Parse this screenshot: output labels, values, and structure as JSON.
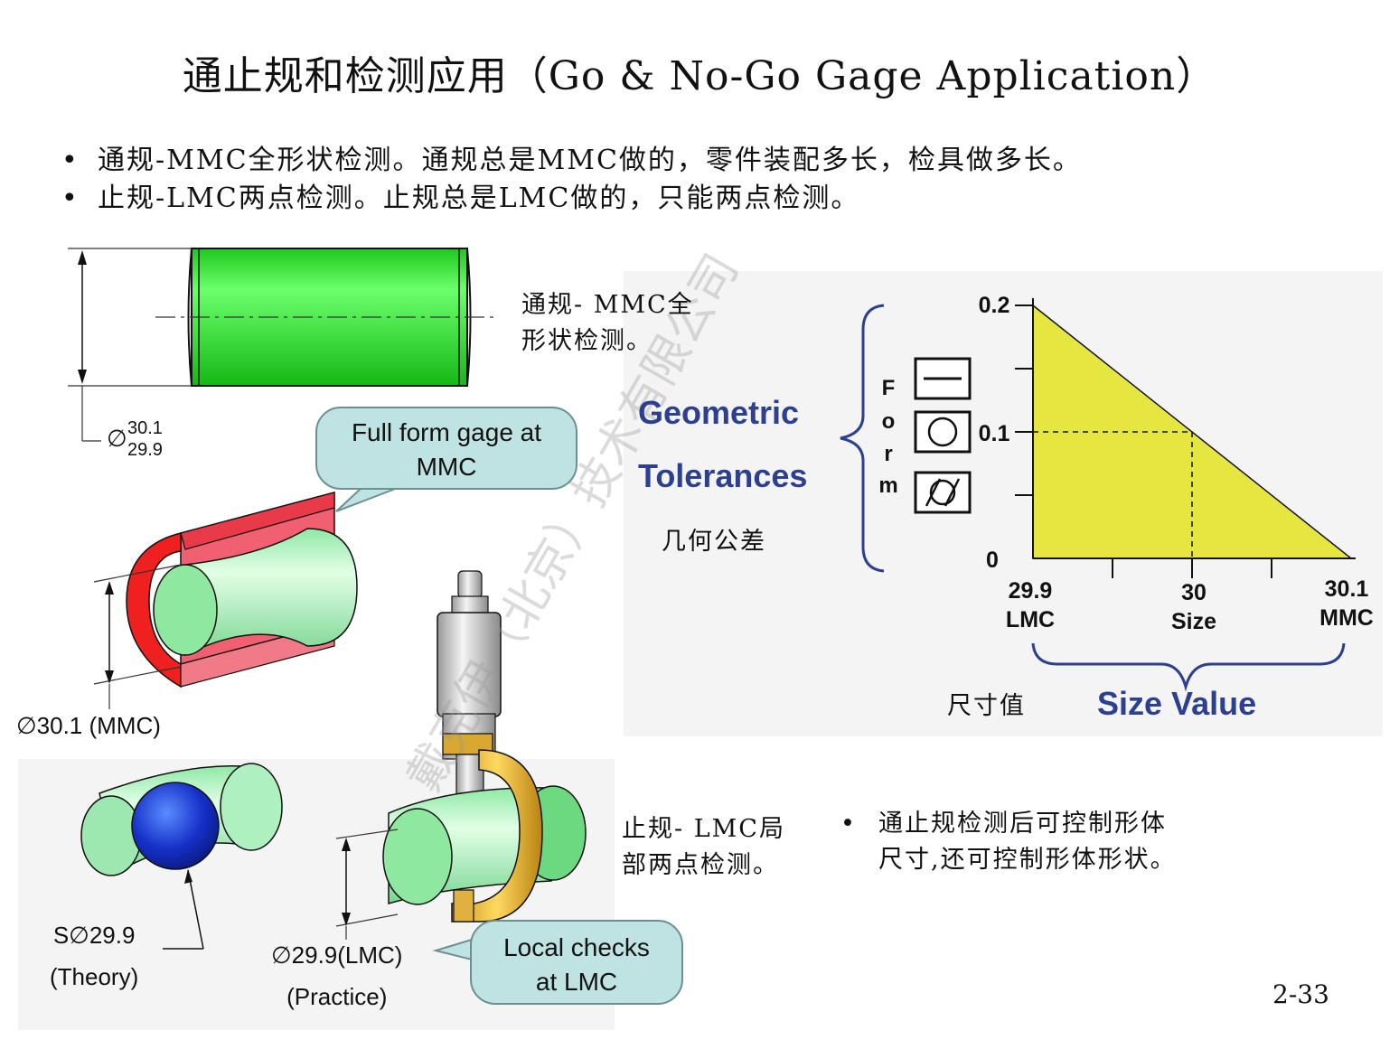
{
  "title": "通止规和检测应用（Go & No-Go Gage Application）",
  "bullets": [
    "通规-MMC全形状检测。通规总是MMC做的，零件装配多长，检具做多长。",
    "止规-LMC两点检测。止规总是LMC做的，只能两点检测。"
  ],
  "go_note": [
    "通规- MMC全",
    "形状检测。"
  ],
  "nogo_note": [
    "止规- LMC局",
    "部两点检测。"
  ],
  "dim_top": {
    "symbol": "∅",
    "upper": "30.1",
    "lower": "29.9"
  },
  "callout_full": [
    "Full form gage at",
    "MMC"
  ],
  "callout_local": [
    "Local checks",
    "at LMC"
  ],
  "label_mmc": "∅30.1 (MMC)",
  "label_theory": [
    "S∅29.9",
    "(Theory)"
  ],
  "label_practice": [
    "∅29.9(LMC)",
    "(Practice)"
  ],
  "geometric": [
    "Geometric",
    "Tolerances"
  ],
  "geometric_cn": "几何公差",
  "form_letters": [
    "F",
    "o",
    "r",
    "m"
  ],
  "form_symbols": [
    "straightness-icon",
    "circularity-icon",
    "cylindricity-icon"
  ],
  "chart_data": {
    "type": "area",
    "x": [
      29.9,
      30.1
    ],
    "y": [
      0.2,
      0
    ],
    "ylim": [
      0,
      0.2
    ],
    "xlim": [
      29.9,
      30.1
    ],
    "y_ticks": [
      "0",
      "0.1",
      "0.2"
    ],
    "x_ticks": [
      {
        "value": 29.9,
        "lines": [
          "29.9",
          "LMC"
        ]
      },
      {
        "value": 30,
        "lines": [
          "30",
          "Size"
        ]
      },
      {
        "value": 30.1,
        "lines": [
          "30.1",
          "MMC"
        ]
      }
    ],
    "fill_color": "#e6e640",
    "xlabel": "Size Value",
    "xlabel_cn": "尺寸值"
  },
  "summary_bullet": [
    "通止规检测后可控制形体",
    "尺寸,还可控制形体形状。"
  ],
  "watermark": "戴克伊（北京）技术有限公司",
  "page_number": "2-33",
  "colors": {
    "green": "#22e022",
    "red": "#ee2020",
    "navy": "#2d3f8f",
    "yellow": "#e6e640",
    "callout": "#bfe3e3"
  }
}
